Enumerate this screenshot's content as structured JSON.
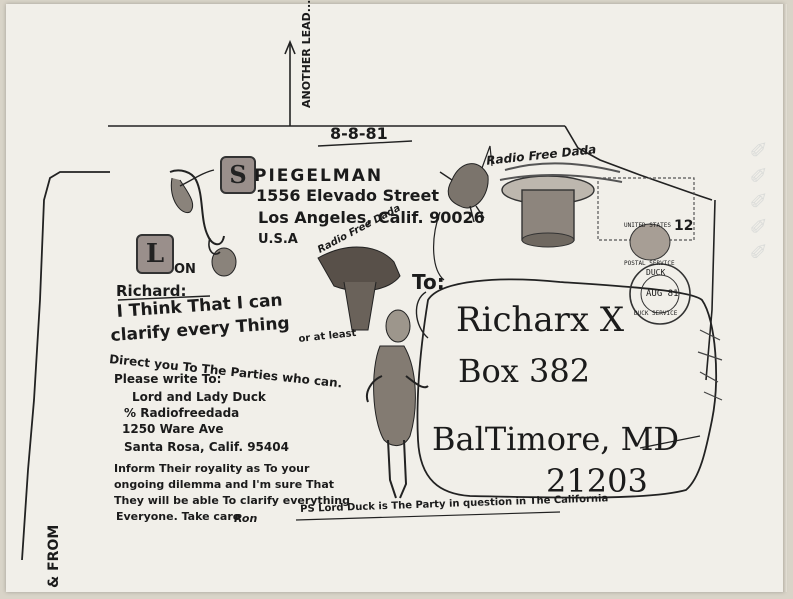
{
  "margin": {
    "side_note": "& FROM",
    "another_lead": "ANOTHER LEAD..."
  },
  "date": "8-8-81",
  "sender": {
    "initial_s": "S",
    "name": "PIEGELMAN",
    "street": "1556 Elevado Street",
    "city": "Los Angeles, Calif. 90026",
    "country": "U.S.A",
    "initial_l": "L",
    "on": "ON"
  },
  "stamp": {
    "brand": "Radio Free Dada",
    "country": "UNITED STATES",
    "value": "12",
    "service": "POSTAL SERVICE"
  },
  "postmark": {
    "top": "DUCK",
    "middle": "AUG 81",
    "bottom": "DUCK SERVICE"
  },
  "hat_label": "Radio Free Dada",
  "to_label": "To:",
  "recipient": {
    "name": "Richarx X",
    "box": "Box 382",
    "city": "BalTimore, MD",
    "zip": "21203"
  },
  "letter": {
    "salutation": "Richard:",
    "line1": "I Think That I can",
    "line2": "clarify every Thing",
    "line2b": "or at least",
    "line3": "Direct you To The Parties who can.",
    "line4": "Please write To:",
    "addr1": "Lord and Lady Duck",
    "addr2": "% Radiofreedada",
    "addr3": "1250 Ware Ave",
    "addr4": "Santa Rosa, Calif. 95404",
    "line5": "Inform Their royality as To your",
    "line6": "ongoing dilemma and I'm sure That",
    "line7": "They will be able To clarify everything",
    "line8": "Everyone.  Take care",
    "signoff": "Ron",
    "ps": "PS  Lord Duck is The Party in question in The California"
  }
}
